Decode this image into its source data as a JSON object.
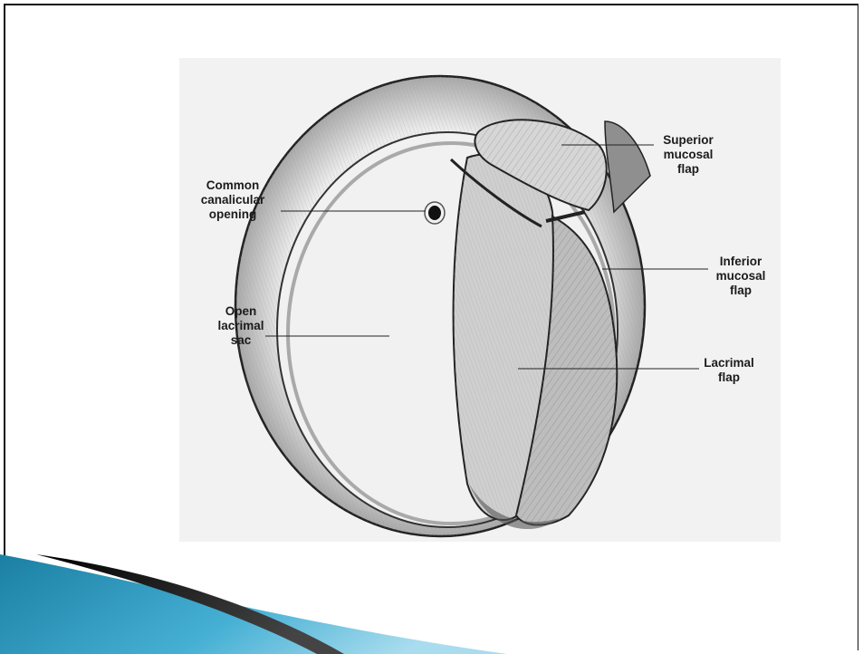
{
  "diagram": {
    "labels": {
      "common_canalicular_opening": [
        "Common",
        "canalicular",
        "opening"
      ],
      "open_lacrimal_sac": [
        "Open",
        "lacrimal",
        "sac"
      ],
      "superior_mucosal_flap": [
        "Superior",
        "mucosal",
        "flap"
      ],
      "inferior_mucosal_flap": [
        "Inferior",
        "mucosal",
        "flap"
      ],
      "lacrimal_flap": [
        "Lacrimal",
        "flap"
      ]
    }
  },
  "theme": {
    "accent_blue": "#1f8fb3",
    "accent_dark": "#111111"
  }
}
